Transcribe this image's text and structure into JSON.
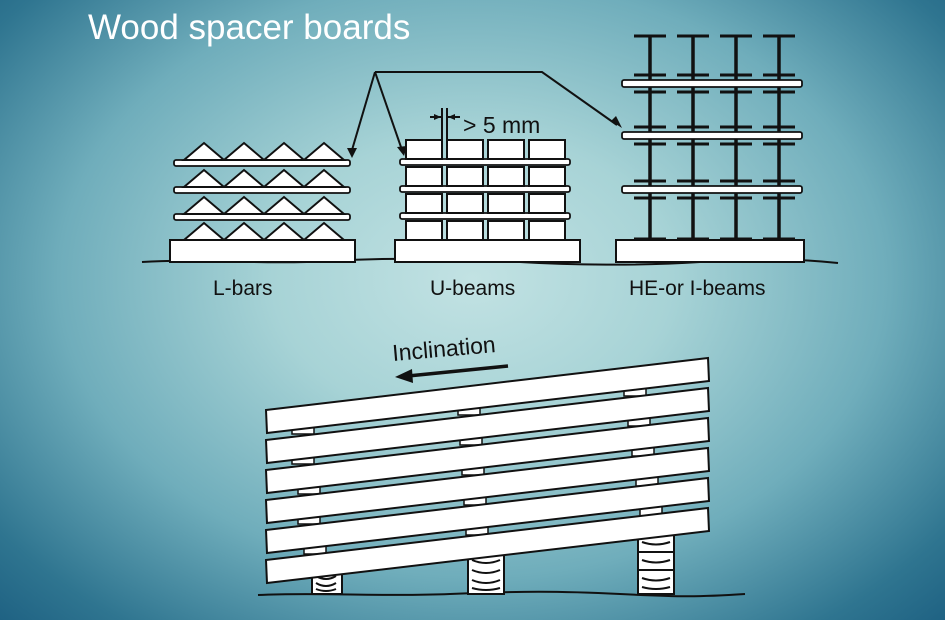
{
  "title": "Wood spacer boards",
  "labels": {
    "l_bars": "L-bars",
    "u_beams": "U-beams",
    "he_beams": "HE-or I-beams",
    "gap": "> 5 mm",
    "inclination": "Inclination"
  },
  "colors": {
    "background_center": "#c2e2e3",
    "background_edge": "#1f6283",
    "title_text": "#ffffff",
    "ink": "#111111",
    "board": "#ffffff"
  }
}
